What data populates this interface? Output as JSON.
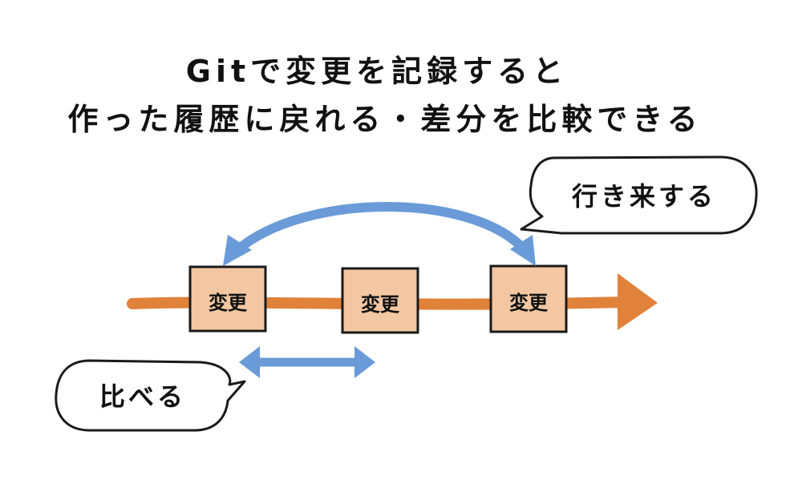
{
  "title": {
    "line1": "Gitで変更を記録すると",
    "line2": "作った履歴に戻れる・差分を比較できる"
  },
  "boxes": [
    {
      "label": "変更"
    },
    {
      "label": "変更"
    },
    {
      "label": "変更"
    }
  ],
  "bubbles": {
    "top_right": "行き来する",
    "bottom_left": "比べる"
  },
  "colors": {
    "timeline": "#e0823a",
    "box_fill": "#f2c7a1",
    "box_stroke": "#1a1a1a",
    "arrow_blue": "#6a9bd8",
    "bubble_stroke": "#1a1a1a"
  }
}
